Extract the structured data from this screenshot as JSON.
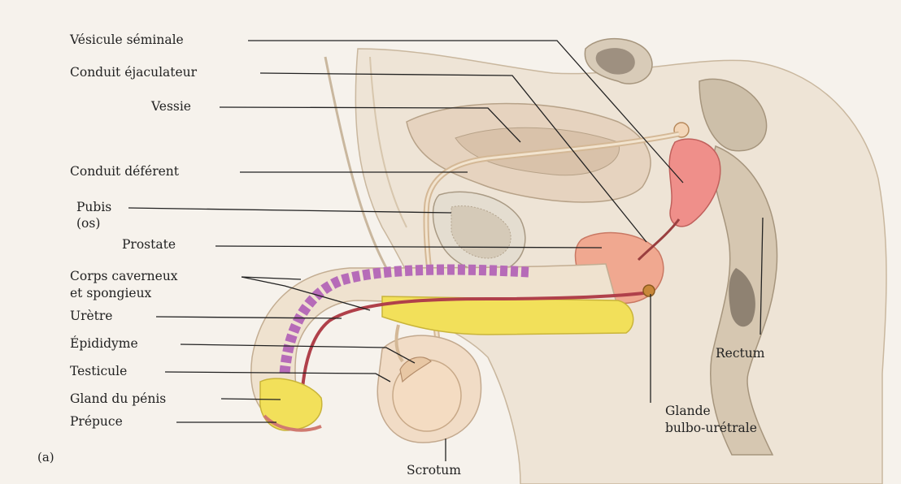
{
  "figure": {
    "panel_label": "(a)",
    "labels": {
      "vesicule_seminale": "Vésicule séminale",
      "conduit_ejaculateur": "Conduit éjaculateur",
      "vessie": "Vessie",
      "conduit_deferent": "Conduit déférent",
      "pubis_line1": "Pubis",
      "pubis_line2": "(os)",
      "prostate": "Prostate",
      "corps_line1": "Corps caverneux",
      "corps_line2": "et spongieux",
      "uretre": "Urètre",
      "epididyme": "Épididyme",
      "testicule": "Testicule",
      "gland": "Gland du pénis",
      "prepuce": "Prépuce",
      "rectum": "Rectum",
      "glande_line1": "Glande",
      "glande_line2": "bulbo-urétrale",
      "scrotum": "Scrotum"
    }
  },
  "colors": {
    "background": "#f6f2ec",
    "tissue": "#e8dccb",
    "tissue_dark": "#cdbba3",
    "bladder": "#e6d3bf",
    "prostate": "#f0a890",
    "seminal_vesicle": "#ef8f8a",
    "corpus_cavernosum": "#b66bb8",
    "corpus_spongiosum": "#f2e05a",
    "urethra": "#b0404a",
    "bone": "#e4ddd0",
    "leader_line": "#222222"
  }
}
